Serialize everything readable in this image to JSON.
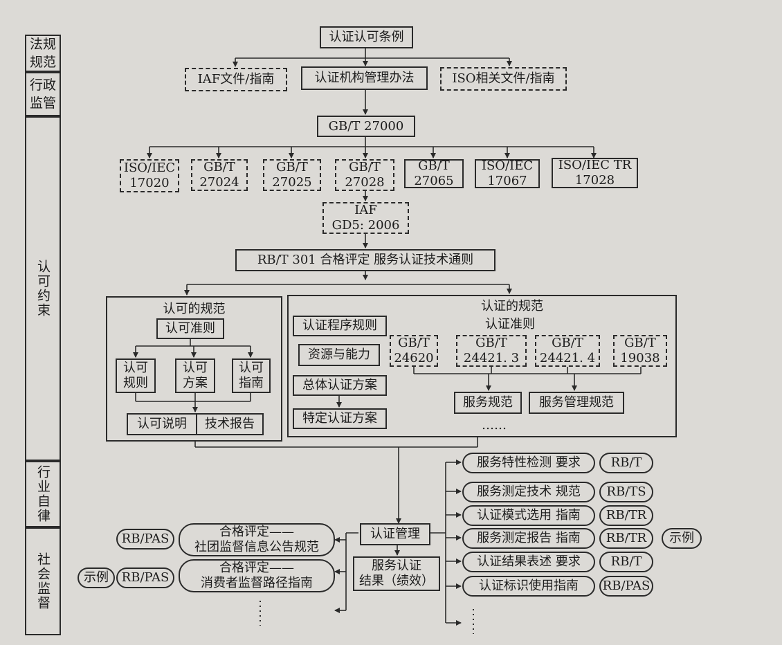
{
  "sidebar": {
    "law": "法规\n规范",
    "admin": "行政\n监管",
    "constraint": "认可约束",
    "industry": "行业自律",
    "social": "社会监督"
  },
  "top": {
    "regulation": "认证认可条例",
    "iaf_docs": "IAF文件/指南",
    "cert_body_rules": "认证机构管理办法",
    "iso_docs": "ISO相关文件/指南",
    "gbt27000": "GB/T  27000"
  },
  "standards": [
    "ISO/IEC\n17020",
    "GB/T\n27024",
    "GB/T\n27025",
    "GB/T\n27028",
    "GB/T\n27065",
    "ISO/IEC\n17067",
    "ISO/IEC TR\n17028"
  ],
  "iaf_gd5": "IAF\nGD5: 2006",
  "rbt301": "RB/T 301  合格评定  服务认证技术通则",
  "accreditation": {
    "title": "认可的规范",
    "criteria": "认可准则",
    "rules": "认可\n规则",
    "scheme": "认可\n方案",
    "guide": "认可\n指南",
    "explanation": "认可说明",
    "tech_report": "技术报告"
  },
  "certification": {
    "title": "认证的规范",
    "subtitle": "认证准则",
    "procedure": "认证程序规则",
    "resources": "资源与能力",
    "general_scheme": "总体认证方案",
    "specific_scheme": "特定认证方案",
    "gbt_items": [
      "GB/T\n24620",
      "GB/T\n24421. 3",
      "GB/T\n24421. 4",
      "GB/T\n19038"
    ],
    "service_spec": "服务规范",
    "service_mgmt_spec": "服务管理规范",
    "ellipsis": "……"
  },
  "management": {
    "cert_management": "认证管理",
    "result": "服务认证\n结果（绩效）"
  },
  "right_items": [
    {
      "label": "服务特性检测  要求",
      "tag": "RB/T"
    },
    {
      "label": "服务测定技术  规范",
      "tag": "RB/TS"
    },
    {
      "label": "认证模式选用  指南",
      "tag": "RB/TR"
    },
    {
      "label": "服务测定报告  指南",
      "tag": "RB/TR"
    },
    {
      "label": "认证结果表述  要求",
      "tag": "RB/T"
    },
    {
      "label": "认证标识使用指南",
      "tag": "RB/PAS"
    }
  ],
  "right_example": "示例",
  "left_items": [
    {
      "label": "合格评定——\n社团监督信息公告规范",
      "tag": "RB/PAS"
    },
    {
      "label": "合格评定——\n消费者监督路径指南",
      "tag": "RB/PAS"
    }
  ],
  "left_example": "示例"
}
